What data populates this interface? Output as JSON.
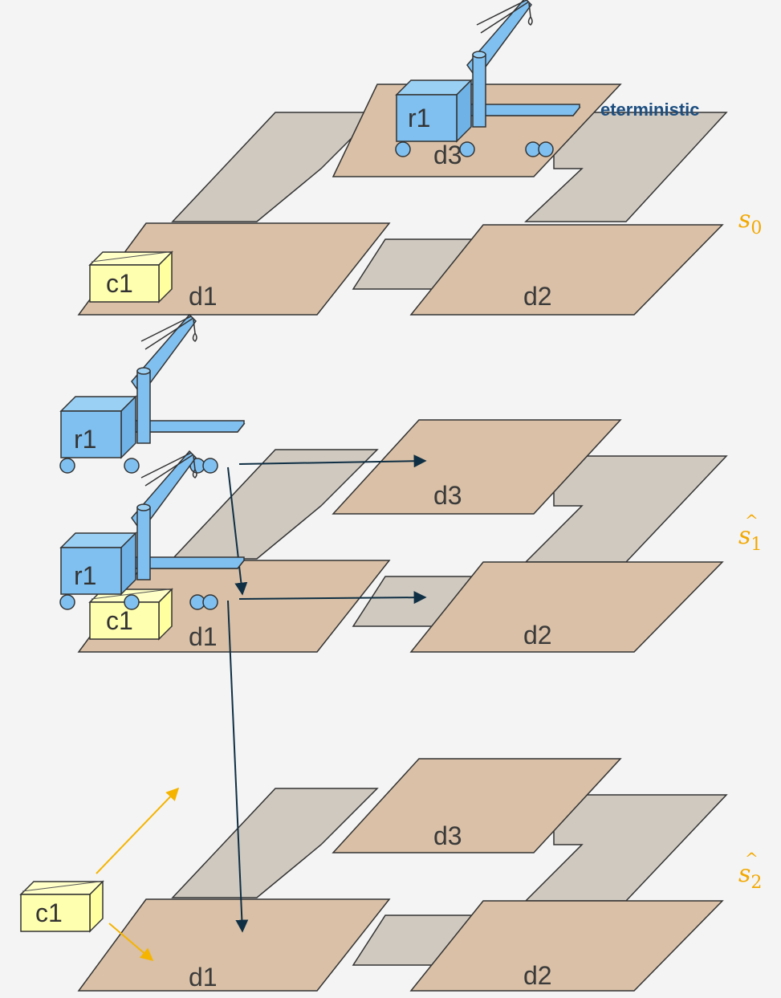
{
  "heading": "eterministic",
  "locations": {
    "d1": "d1",
    "d2": "d2",
    "d3": "d3"
  },
  "robot_label": "r1",
  "container_label": "c1",
  "states": [
    {
      "symbol": "s",
      "hat": "",
      "subscript": "0"
    },
    {
      "symbol": "s",
      "hat": "^",
      "subscript": "1"
    },
    {
      "symbol": "s",
      "hat": "^",
      "subscript": "2"
    }
  ],
  "colors": {
    "background": "#f4f4f4",
    "dock": "#d9c0a6",
    "road": "#cfc9c0",
    "robot": "#80c0f0",
    "container": "#ffffb0",
    "action_arrow": "#0f2f44",
    "container_arrow": "#f5b400",
    "state_label": "#f2a800",
    "heading": "#1c4e80"
  }
}
